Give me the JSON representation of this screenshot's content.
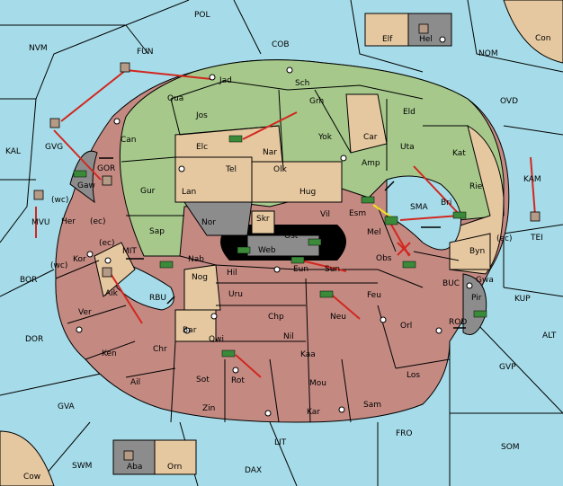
{
  "colors": {
    "sea": "#a6dce9",
    "green": "#a6c98b",
    "tan": "#e6c8a0",
    "red": "#c48a82",
    "gray": "#8c8c8c",
    "black": "#000000",
    "order": "#d1271f",
    "support": "#f2e11e"
  },
  "sea_labels": [
    "POL",
    "NVM",
    "FUN",
    "COB",
    "NOM",
    "OVD",
    "KAL",
    "KAM",
    "SMA",
    "MIT",
    "RBU",
    "BOR",
    "DOR",
    "BUC",
    "KUP",
    "ROD",
    "ALT",
    "GVP",
    "GVA",
    "LIT",
    "FRO",
    "SOM",
    "SWM",
    "DAX",
    "Con",
    "Cow"
  ],
  "land_labels": [
    "Elf",
    "Hel",
    "Jad",
    "Sch",
    "Qua",
    "Jos",
    "Grh",
    "Eld",
    "Can",
    "Elc",
    "Nar",
    "Yok",
    "Car",
    "Uta",
    "GVG",
    "GOR",
    "Gaw",
    "Tel",
    "Olk",
    "Amp",
    "Kat",
    "Gur",
    "Lan",
    "Hug",
    "Esm",
    "Bri",
    "Rie",
    "Vil",
    "(wc)",
    "MVU",
    "Her",
    "(ec)",
    "Nor",
    "Skr",
    "Ost",
    "Mel",
    "(ec)",
    "TEI",
    "Sap",
    "Web",
    "Byn",
    "(ec)",
    "Kor",
    "Nab",
    "Eun",
    "Sun",
    "Obs",
    "(wc)",
    "Aik",
    "Hil",
    "Nog",
    "Uru",
    "Feu",
    "Gwa",
    "Pir",
    "Ver",
    "Chp",
    "Neu",
    "Orl",
    "Bar",
    "Qwi",
    "Nil",
    "Chr",
    "Ken",
    "Kaa",
    "Ail",
    "Sot",
    "Rot",
    "Mou",
    "Los",
    "Sam",
    "Zin",
    "Kar",
    "Aba",
    "Orn"
  ]
}
